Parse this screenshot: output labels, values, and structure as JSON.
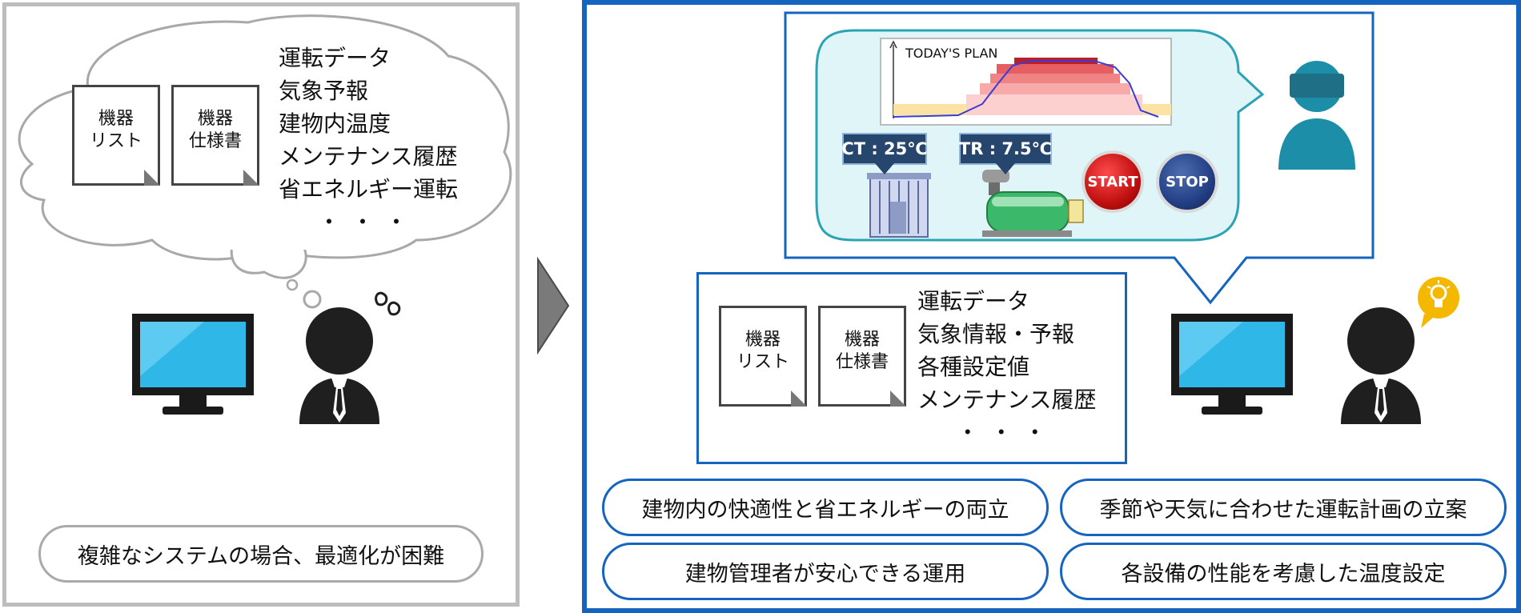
{
  "left": {
    "docs": [
      "機器\nリスト",
      "機器\n仕様書"
    ],
    "items": [
      "運転データ",
      "気象予報",
      "建物内温度",
      "メンテナンス履歴",
      "省エネルギー運転"
    ],
    "ellipsis": "・・・",
    "problem": "複雑なシステムの場合、最適化が困難"
  },
  "right": {
    "plan": {
      "title": "TODAY'S PLAN",
      "ct_label": "CT : 25℃",
      "tr_label": "TR : 7.5℃",
      "start": "START",
      "stop": "STOP"
    },
    "docs": [
      "機器\nリスト",
      "機器\n仕様書"
    ],
    "items": [
      "運転データ",
      "気象情報・予報",
      "各種設定値",
      "メンテナンス履歴"
    ],
    "ellipsis": "・・・",
    "benefits": [
      "建物内の快適性と省エネルギーの両立",
      "季節や天気に合わせた運転計画の立案",
      "建物管理者が安心できる運用",
      "各設備の性能を考慮した温度設定"
    ]
  },
  "colors": {
    "accent": "#1565c0",
    "teal_bubble": "#dff5f8",
    "operator": "#1c8ea8"
  }
}
